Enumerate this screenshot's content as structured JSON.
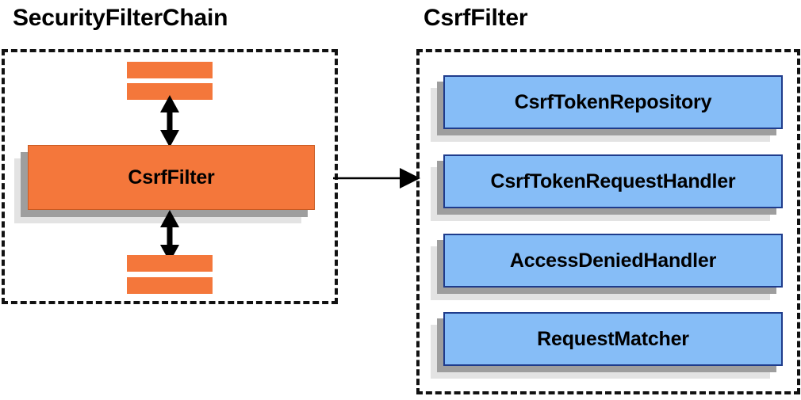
{
  "diagram": {
    "type": "component-diagram",
    "background_color": "#ffffff",
    "panels": [
      {
        "id": "security-filter-chain",
        "title": "SecurityFilterChain",
        "border_style": "dashed",
        "border_color": "#111111",
        "components": [
          {
            "label": "",
            "kind": "filter-bar",
            "color": "#F4773B"
          },
          {
            "label": "",
            "kind": "filter-bar",
            "color": "#F4773B"
          },
          {
            "label": "CsrfFilter",
            "kind": "stacked-card",
            "color": "#F4773B"
          },
          {
            "label": "",
            "kind": "filter-bar",
            "color": "#F4773B"
          },
          {
            "label": "",
            "kind": "filter-bar",
            "color": "#F4773B"
          }
        ]
      },
      {
        "id": "csrf-filter",
        "title": "CsrfFilter",
        "border_style": "dashed",
        "border_color": "#111111",
        "components": [
          {
            "label": "CsrfTokenRepository",
            "kind": "stacked-card",
            "color": "#86BDF7"
          },
          {
            "label": "CsrfTokenRequestHandler",
            "kind": "stacked-card",
            "color": "#86BDF7"
          },
          {
            "label": "AccessDeniedHandler",
            "kind": "stacked-card",
            "color": "#86BDF7"
          },
          {
            "label": "RequestMatcher",
            "kind": "stacked-card",
            "color": "#86BDF7"
          }
        ]
      }
    ],
    "connectors": [
      {
        "id": "chain-up",
        "kind": "double-headed-vertical-arrow",
        "color": "#000000"
      },
      {
        "id": "chain-down",
        "kind": "double-headed-vertical-arrow",
        "color": "#000000"
      },
      {
        "id": "expand",
        "kind": "single-headed-horizontal-arrow",
        "color": "#000000",
        "from": "security-filter-chain",
        "to": "csrf-filter"
      }
    ],
    "colors": {
      "orange_fill": "#F4773B",
      "orange_border": "#C85A22",
      "blue_fill": "#86BDF7",
      "blue_border": "#1F3C8C",
      "shadow_dark": "#9E9E9E",
      "shadow_light": "#E3E3E3",
      "text": "#000000"
    }
  }
}
